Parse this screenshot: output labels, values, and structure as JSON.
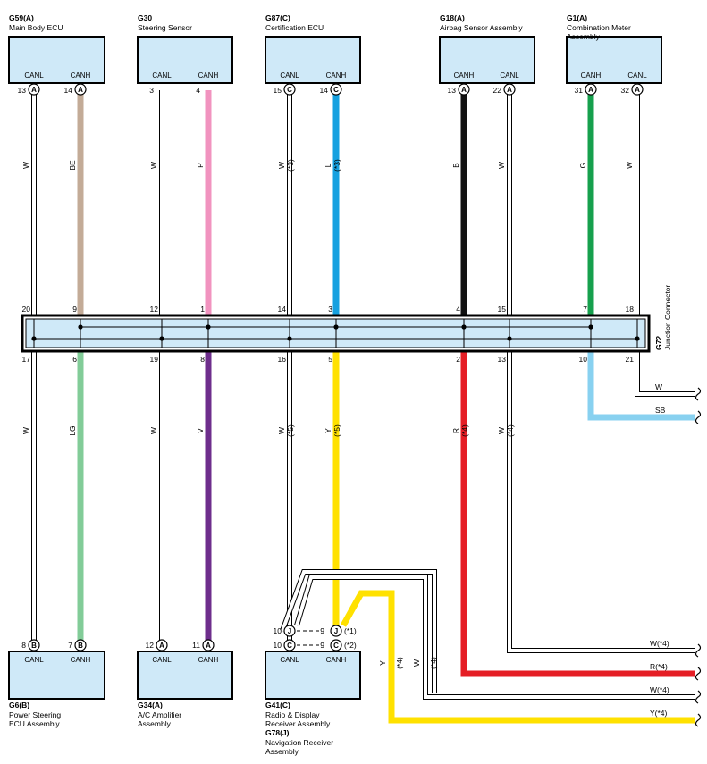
{
  "colors": {
    "box_fill": "#cfe9f8",
    "BE": "#c3ab97",
    "P": "#f193bf",
    "L": "#16a1e0",
    "B": "#111111",
    "G": "#16a04d",
    "LG": "#82cc98",
    "V": "#6e2e8c",
    "Y": "#ffe100",
    "R": "#e51e25",
    "SB": "#88d1f0",
    "W": "#ffffff"
  },
  "top_components": [
    {
      "id": "G59(A)",
      "name_lines": [
        "Main Body ECU"
      ],
      "pins": [
        {
          "num": "13",
          "label": "CANL",
          "conn": "A"
        },
        {
          "num": "14",
          "label": "CANH",
          "conn": "A"
        }
      ]
    },
    {
      "id": "G30",
      "name_lines": [
        "Steering Sensor"
      ],
      "pins": [
        {
          "num": "3",
          "label": "CANL",
          "conn": ""
        },
        {
          "num": "4",
          "label": "CANH",
          "conn": ""
        }
      ]
    },
    {
      "id": "G87(C)",
      "name_lines": [
        "Certification ECU"
      ],
      "pins": [
        {
          "num": "15",
          "label": "CANL",
          "conn": "C"
        },
        {
          "num": "14",
          "label": "CANH",
          "conn": "C"
        }
      ]
    },
    {
      "id": "G18(A)",
      "name_lines": [
        "Airbag Sensor Assembly"
      ],
      "pins": [
        {
          "num": "13",
          "label": "CANH",
          "conn": "A"
        },
        {
          "num": "22",
          "label": "CANL",
          "conn": "A"
        }
      ]
    },
    {
      "id": "G1(A)",
      "name_lines": [
        "Combination Meter",
        "Assembly"
      ],
      "pins": [
        {
          "num": "31",
          "label": "CANH",
          "conn": "A"
        },
        {
          "num": "32",
          "label": "CANL",
          "conn": "A"
        }
      ]
    }
  ],
  "bottom_components": [
    {
      "id": "G6(B)",
      "name_lines": [
        "Power Steering",
        "ECU Assembly"
      ],
      "pins": [
        {
          "num": "8",
          "label": "CANL",
          "conn": "B"
        },
        {
          "num": "7",
          "label": "CANH",
          "conn": "B"
        }
      ]
    },
    {
      "id": "G34(A)",
      "name_lines": [
        "A/C Amplifier",
        "Assembly"
      ],
      "pins": [
        {
          "num": "12",
          "label": "CANL",
          "conn": "A"
        },
        {
          "num": "11",
          "label": "CANH",
          "conn": "A"
        }
      ]
    },
    {
      "id": "G41(C)",
      "name_lines": [
        "Radio & Display",
        "Receiver Assembly"
      ],
      "id2": "G78(J)",
      "name2_lines": [
        "Navigation Receiver",
        "Assembly"
      ],
      "pins": [
        {
          "num": "10",
          "label": "CANL",
          "conn": "C"
        },
        {
          "num": "10",
          "label": "CANH",
          "conn": "C"
        }
      ]
    }
  ],
  "navi_pins": [
    {
      "num": "10",
      "conn": "J",
      "num2": "9",
      "conn2": "J",
      "note": "(*1)"
    },
    {
      "num": "10",
      "conn": "C",
      "num2": "9",
      "conn2": "C",
      "note": "(*2)"
    }
  ],
  "junction": {
    "id": "G72",
    "name": "Junction Connector"
  },
  "jc_top_pins": [
    "20",
    "9",
    "12",
    "1",
    "14",
    "3",
    "4",
    "15",
    "7",
    "18"
  ],
  "jc_bottom_pins": [
    "17",
    "6",
    "19",
    "8",
    "16",
    "5",
    "2",
    "13",
    "10",
    "21"
  ],
  "wire_labels_top": [
    {
      "code": "W",
      "note": ""
    },
    {
      "code": "BE",
      "note": ""
    },
    {
      "code": "W",
      "note": ""
    },
    {
      "code": "P",
      "note": ""
    },
    {
      "code": "W",
      "note": "(*3)"
    },
    {
      "code": "L",
      "note": "(*3)"
    },
    {
      "code": "B",
      "note": ""
    },
    {
      "code": "W",
      "note": ""
    },
    {
      "code": "G",
      "note": ""
    },
    {
      "code": "W",
      "note": ""
    }
  ],
  "wire_labels_bottom": [
    {
      "code": "W",
      "note": ""
    },
    {
      "code": "LG",
      "note": ""
    },
    {
      "code": "W",
      "note": ""
    },
    {
      "code": "V",
      "note": ""
    },
    {
      "code": "W",
      "note": "(*5)"
    },
    {
      "code": "Y",
      "note": "(*5)"
    },
    {
      "code": "R",
      "note": "(*4)"
    },
    {
      "code": "W",
      "note": "(*4)"
    }
  ],
  "nav_wire_labels": [
    {
      "code": "Y",
      "note": "(*4)"
    },
    {
      "code": "W",
      "note": "(*4)"
    }
  ],
  "right_exits": [
    {
      "label": "W"
    },
    {
      "label": "SB"
    },
    {
      "label": "W(*4)"
    },
    {
      "label": "R(*4)"
    },
    {
      "label": "W(*4)"
    },
    {
      "label": "Y(*4)"
    }
  ]
}
